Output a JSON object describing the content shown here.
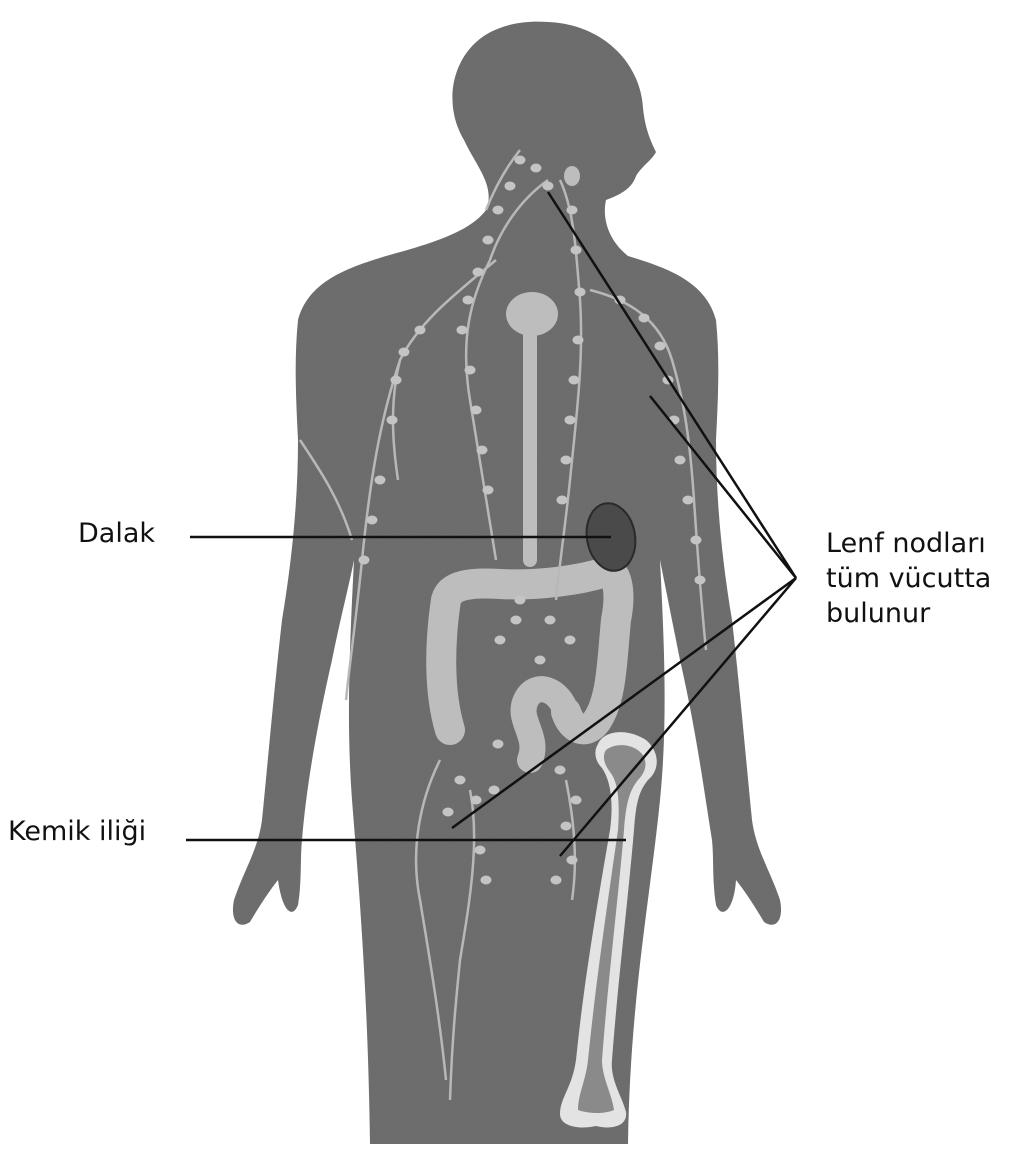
{
  "labels": {
    "spleen": "Dalak",
    "bone_marrow": "Kemik iliği",
    "lymph_nodes": [
      "Lenf nodları",
      "tüm vücutta",
      "bulunur"
    ]
  },
  "colors": {
    "body": "#6e6e6e",
    "vessel": "#b8b8b8",
    "node": "#c4c4c4",
    "organ": "#bdbdbd",
    "spleen": "#4a4a4a",
    "bone": "#e3e3e3",
    "line": "#111111"
  }
}
